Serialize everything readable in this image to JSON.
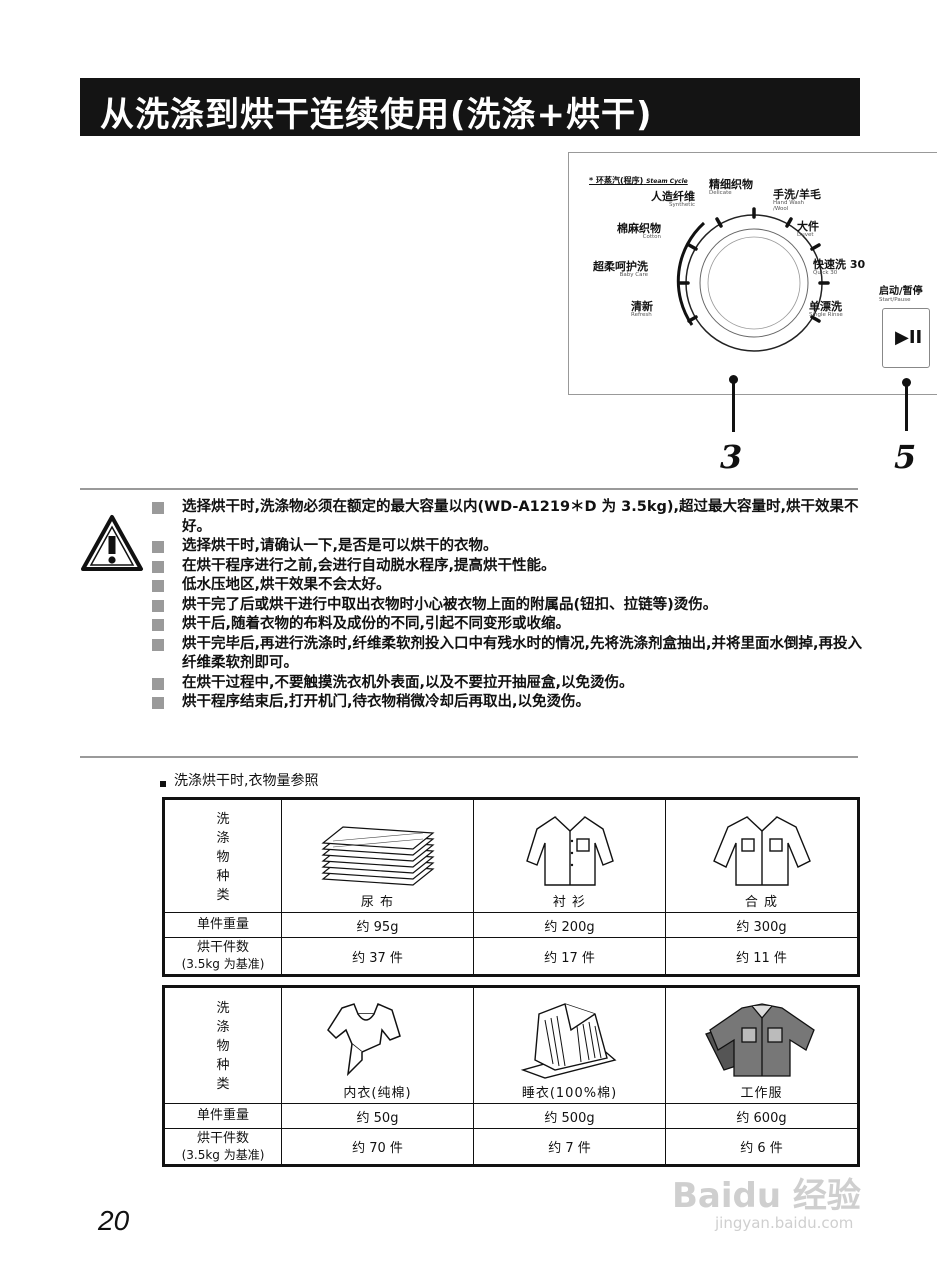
{
  "title": "从洗涤到烘干连续使用(洗涤+烘干)",
  "panel": {
    "steam_cn": "* 环蒸汽(程序)",
    "steam_en": "Steam Cycle",
    "programs": [
      {
        "cn": "人造纤维",
        "en": "Synthetic"
      },
      {
        "cn": "精细织物",
        "en": "Delicate"
      },
      {
        "cn": "手洗/羊毛",
        "en": "Hand Wash /Wool"
      },
      {
        "cn": "大件",
        "en": "Duvet"
      },
      {
        "cn": "快速洗 30",
        "en": "Quick 30"
      },
      {
        "cn": "单漂洗",
        "en": "Single Rinse"
      },
      {
        "cn": "棉麻织物",
        "en": "Cotton"
      },
      {
        "cn": "超柔呵护洗",
        "en": "Baby Care"
      },
      {
        "cn": "清新",
        "en": "Refresh"
      }
    ],
    "start_cn": "启动/暂停",
    "start_en": "Start/Pause",
    "play_glyph": "▶II",
    "callouts": [
      "3",
      "5"
    ]
  },
  "warnings": [
    "选择烘干时,洗涤物必须在额定的最大容量以内(WD-A1219＊D 为 3.5kg),超过最大容量时,烘干效果不好。",
    "选择烘干时,请确认一下,是否是可以烘干的衣物。",
    "在烘干程序进行之前,会进行自动脱水程序,提高烘干性能。",
    "低水压地区,烘干效果不会太好。",
    "烘干完了后或烘干进行中取出衣物时小心被衣物上面的附属品(钮扣、拉链等)烫伤。",
    "烘干后,随着衣物的布料及成份的不同,引起不同变形或收缩。",
    "烘干完毕后,再进行洗涤时,纤维柔软剂投入口中有残水时的情况,先将洗涤剂盒抽出,并将里面水倒掉,再投入纤维柔软剂即可。",
    "在烘干过程中,不要触摸洗衣机外表面,以及不要拉开抽屉盒,以免烫伤。",
    "烘干程序结束后,打开机门,待衣物稍微冷却后再取出,以免烫伤。"
  ],
  "reference": {
    "title": "洗涤烘干时,衣物量参照",
    "kind_label": [
      "洗",
      "涤",
      "物",
      "种",
      "类"
    ],
    "weight_label": "单件重量",
    "count_label": "烘干件数",
    "count_sub": "(3.5kg 为基准)",
    "tables": [
      {
        "items": [
          {
            "name": "尿  布",
            "weight": "约 95g",
            "count": "约 37 件"
          },
          {
            "name": "衬  衫",
            "weight": "约 200g",
            "count": "约 17 件"
          },
          {
            "name": "合  成",
            "weight": "约 300g",
            "count": "约 11 件"
          }
        ]
      },
      {
        "items": [
          {
            "name": "内衣(纯棉)",
            "weight": "约 50g",
            "count": "约 70 件"
          },
          {
            "name": "睡衣(100%棉)",
            "weight": "约 500g",
            "count": "约 7 件"
          },
          {
            "name": "工作服",
            "weight": "约 600g",
            "count": "约 6 件"
          }
        ]
      }
    ]
  },
  "page_number": "20",
  "watermark": {
    "main": "Baidu 经验",
    "sub": "jingyan.baidu.com"
  }
}
